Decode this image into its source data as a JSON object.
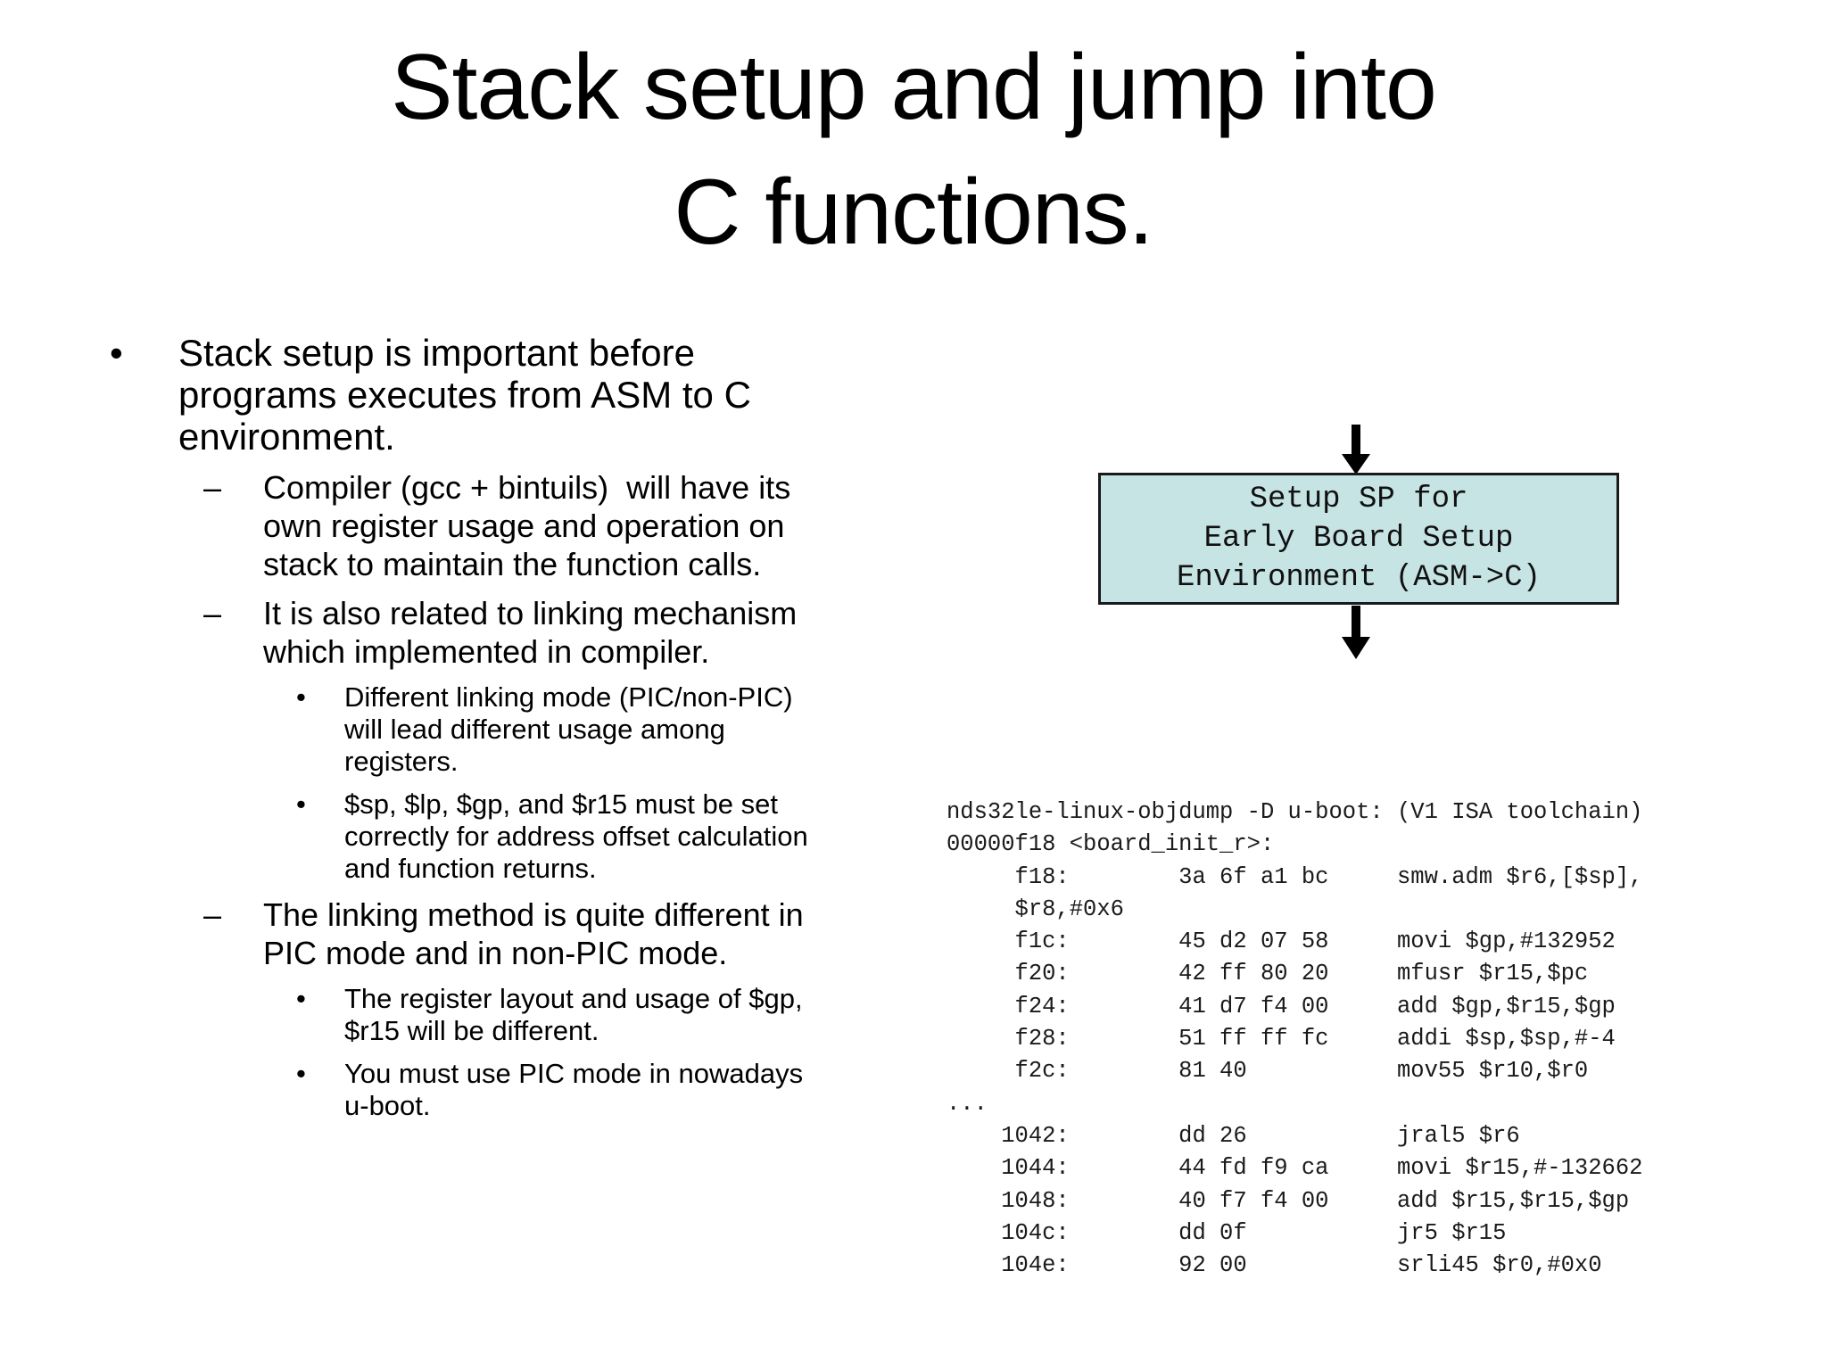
{
  "slide": {
    "title_lines": [
      "Stack setup and jump into",
      "C functions."
    ],
    "background_color": "#ffffff",
    "text_color": "#000000"
  },
  "bullets": [
    {
      "level": 1,
      "marker": "•",
      "lines": [
        "Stack setup is important before",
        "programs executes from ASM to C",
        "environment."
      ]
    },
    {
      "level": 2,
      "marker": "–",
      "lines": [
        "Compiler (gcc + bintuils)  will have its",
        "own register usage and operation on",
        "stack to maintain the function calls."
      ]
    },
    {
      "level": 2,
      "marker": "–",
      "lines": [
        "It is also related to linking mechanism",
        "which implemented in compiler."
      ]
    },
    {
      "level": 3,
      "marker": "•",
      "lines": [
        "Different linking mode (PIC/non-PIC)",
        "will lead different usage among",
        "registers."
      ]
    },
    {
      "level": 3,
      "marker": "•",
      "lines": [
        "$sp, $lp, $gp, and $r15 must be set",
        "correctly for address offset calculation",
        "and function returns."
      ]
    },
    {
      "level": 2,
      "marker": "–",
      "lines": [
        "The linking method is quite different in",
        "PIC mode and in non-PIC mode."
      ]
    },
    {
      "level": 3,
      "marker": "•",
      "lines": [
        "The register layout and usage of $gp,",
        "$r15 will be different."
      ]
    },
    {
      "level": 3,
      "marker": "•",
      "lines": [
        "You must use PIC mode in nowadays",
        "u-boot."
      ]
    }
  ],
  "diagram": {
    "box_lines": [
      "Setup SP for",
      "Early Board Setup",
      "Environment (ASM->C)"
    ],
    "box_fill": "#c7e4e4",
    "box_border": "#1a1a1a",
    "arrow_color": "#000000",
    "arrows": [
      "down-arrow",
      "down-arrow"
    ]
  },
  "code": {
    "lines": [
      "nds32le-linux-objdump -D u-boot: (V1 ISA toolchain)",
      "00000f18 <board_init_r>:",
      "     f18:        3a 6f a1 bc     smw.adm $r6,[$sp],",
      "     $r8,#0x6",
      "     f1c:        45 d2 07 58     movi $gp,#132952",
      "     f20:        42 ff 80 20     mfusr $r15,$pc",
      "     f24:        41 d7 f4 00     add $gp,$r15,$gp",
      "     f28:        51 ff ff fc     addi $sp,$sp,#-4",
      "     f2c:        81 40           mov55 $r10,$r0",
      "...",
      "    1042:        dd 26           jral5 $r6",
      "    1044:        44 fd f9 ca     movi $r15,#-132662",
      "    1048:        40 f7 f4 00     add $r15,$r15,$gp",
      "    104c:        dd 0f           jr5 $r15",
      "    104e:        92 00           srli45 $r0,#0x0"
    ]
  }
}
